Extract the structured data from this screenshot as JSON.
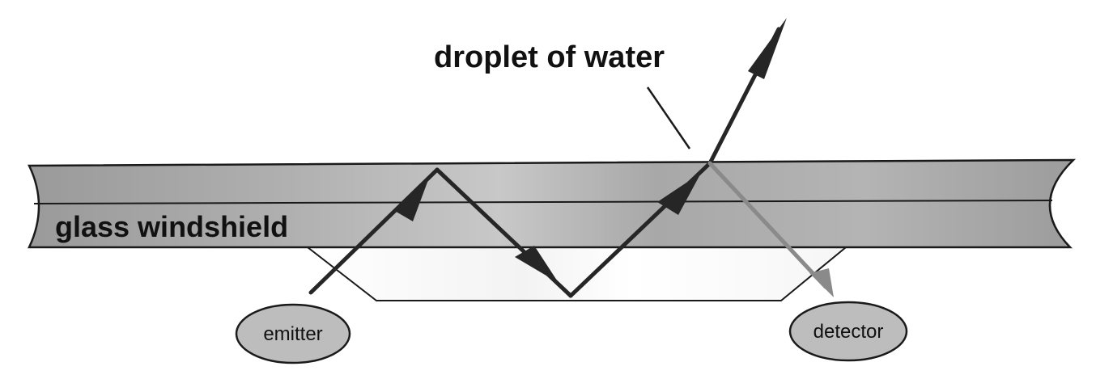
{
  "labels": {
    "droplet": "droplet of water",
    "glass": "glass windshield",
    "emitter": "emitter",
    "detector": "detector"
  },
  "colors": {
    "glass_fill": "#a3a3a3",
    "glass_highlight": "#c9c9c9",
    "outline": "#1a1a1a",
    "beam_dark": "#262626",
    "beam_light": "#8a8a8a",
    "bubble_fill": "#bdbdbd",
    "background": "#ffffff"
  }
}
